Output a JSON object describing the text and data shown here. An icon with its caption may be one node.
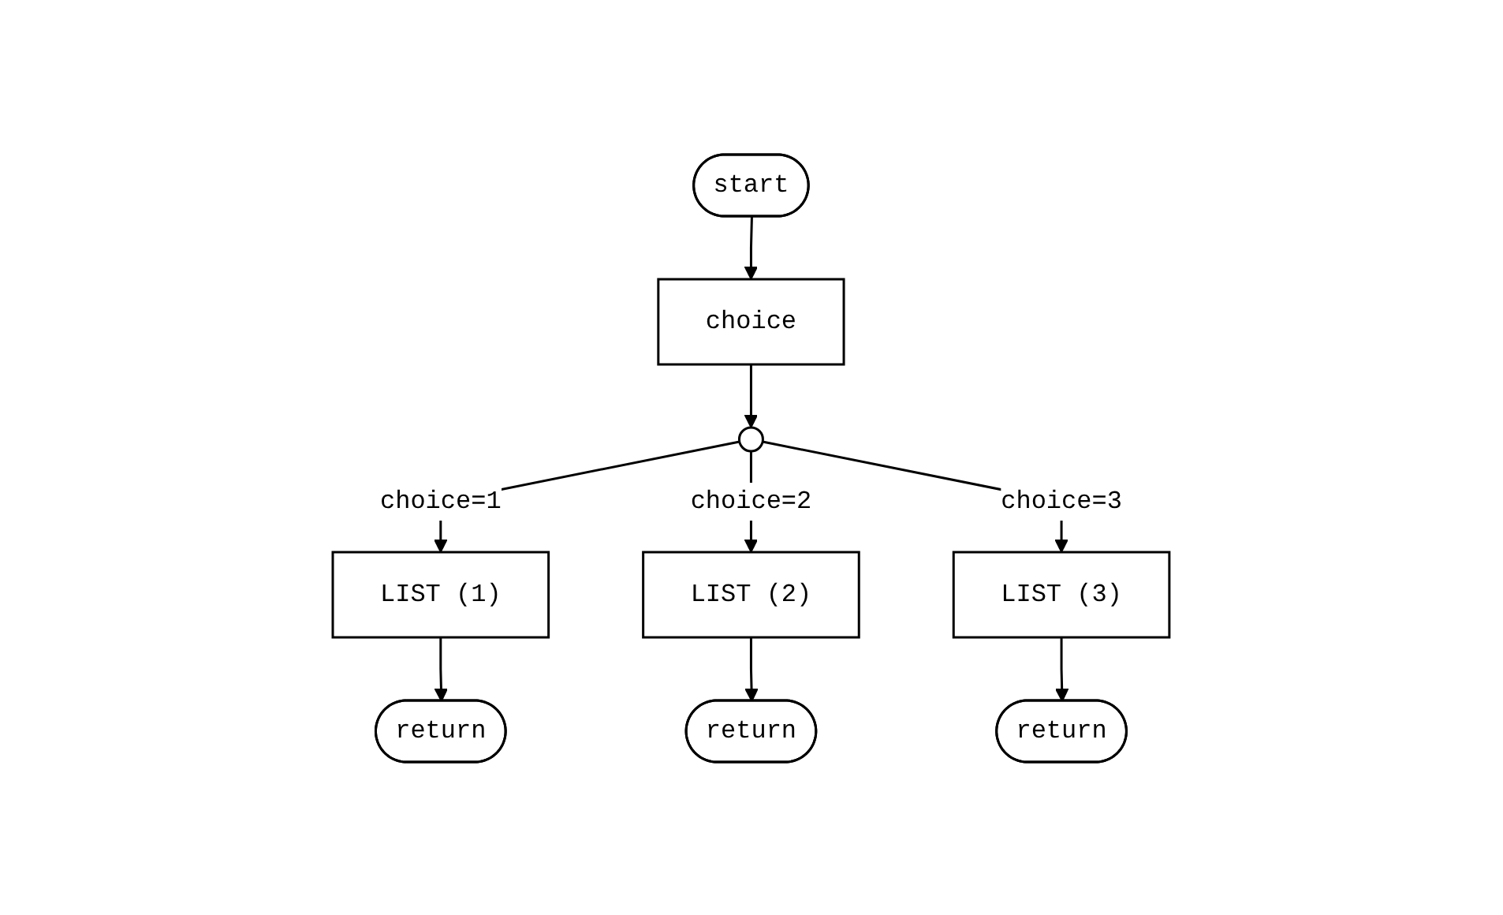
{
  "diagram": {
    "nodes": [
      {
        "text": [
          "start"
        ]
      },
      {
        "text": [
          "choice"
        ]
      },
      {
        "text": [],
        "shape": "circle"
      },
      {
        "text": [
          "LIST (1)"
        ]
      },
      {
        "text": [
          "LIST (2)"
        ]
      },
      {
        "text": [
          "LIST (3)"
        ]
      },
      {
        "text": [
          "return"
        ]
      },
      {
        "text": [
          "return"
        ]
      },
      {
        "text": [
          "return"
        ]
      }
    ],
    "edges": [
      {
        "from": 0,
        "to": 1,
        "arrow": "to"
      },
      {
        "from": 1,
        "to": 2,
        "arrow": "to"
      },
      {
        "from": 2,
        "to": 3,
        "arrow": "to",
        "label": "choice=1"
      },
      {
        "from": 2,
        "to": 4,
        "arrow": "to",
        "label": "choice=2"
      },
      {
        "from": 2,
        "to": 5,
        "arrow": "to",
        "label": "choice=3"
      },
      {
        "from": 3,
        "to": 6,
        "arrow": "to"
      },
      {
        "from": 4,
        "to": 7,
        "arrow": "to"
      },
      {
        "from": 5,
        "to": 8,
        "arrow": "to"
      }
    ]
  }
}
